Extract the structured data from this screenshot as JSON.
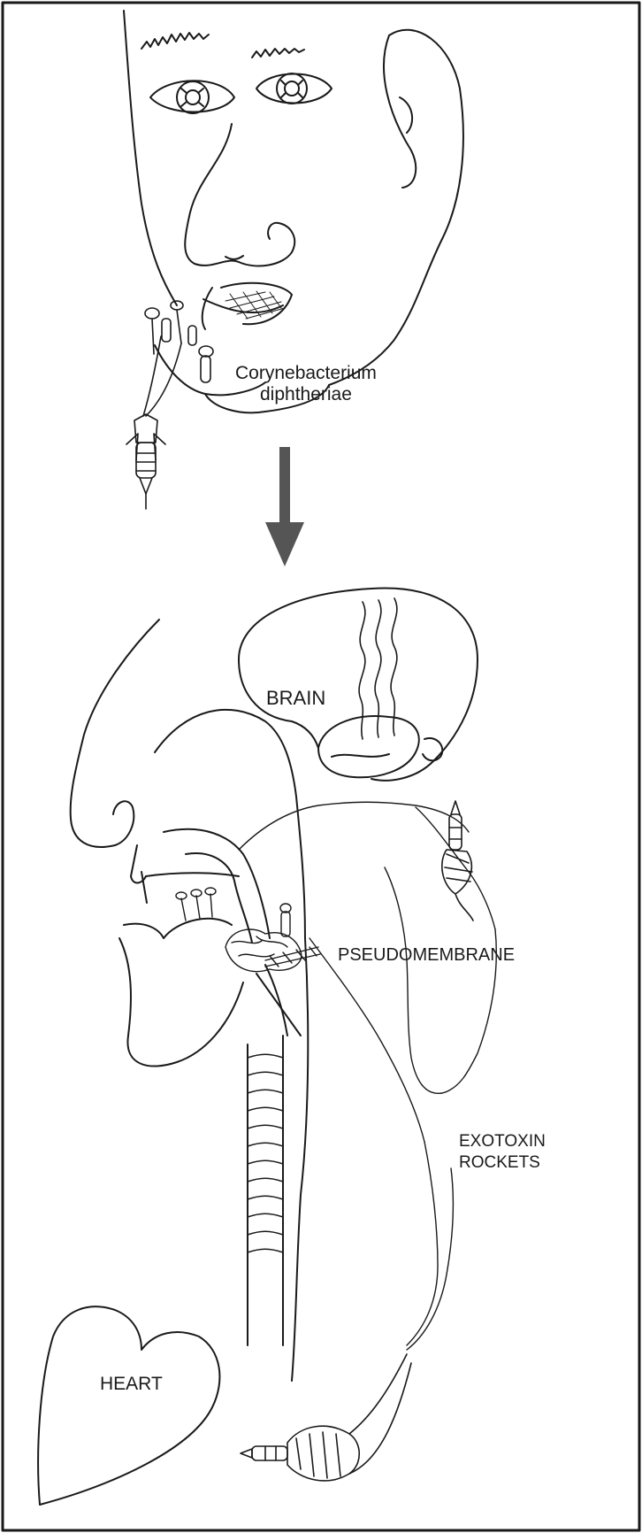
{
  "labels": {
    "organism_line1": "Corynebacterium",
    "organism_line2": "diphtheriae",
    "brain": "BRAIN",
    "pseudomembrane": "PSEUDOMEMBRANE",
    "exotoxin_line1": "EXOTOXIN",
    "exotoxin_line2": "ROCKETS",
    "heart": "HEART"
  },
  "colors": {
    "ink": "#1a1a1a",
    "paper": "#ffffff",
    "arrow": "#555555"
  }
}
